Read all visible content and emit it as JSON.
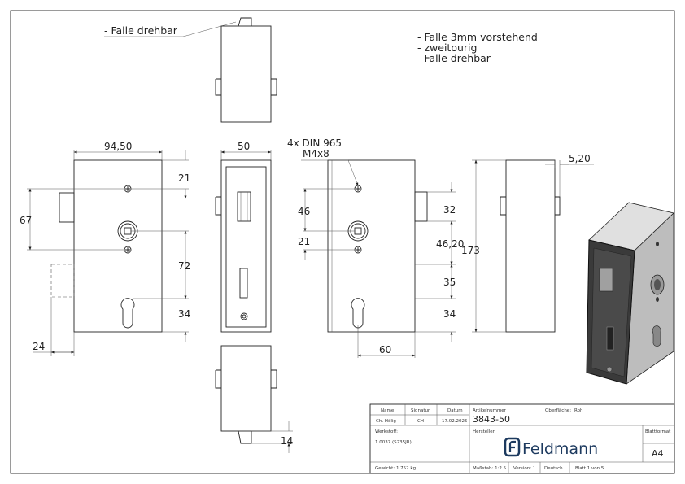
{
  "notes": {
    "top_left": "- Falle drehbar",
    "list": [
      "- Falle 3mm vorstehend",
      "- zweitourig",
      "- Falle drehbar"
    ],
    "screw_callout_1": "4x DIN 965",
    "screw_callout_2": "M4x8"
  },
  "dimensions": {
    "view1": {
      "width": "94,50",
      "top": "21",
      "screw_spacing": "67",
      "spindle_to_key": "72",
      "key_to_bottom": "34",
      "offset": "24"
    },
    "view2": {
      "width": "50"
    },
    "view_bottom": {
      "latch": "14"
    },
    "view3": {
      "screw_top": "46",
      "screw_bottom": "21",
      "latch": "32",
      "gap1": "46,20",
      "gap2": "35",
      "bottom": "34",
      "backset": "60"
    },
    "view4": {
      "height": "173",
      "projection": "5,20"
    }
  },
  "title_block": {
    "name_label": "Name",
    "signature_label": "Signatur",
    "date_label": "Datum",
    "name": "Ch. Hölig",
    "signature": "CH",
    "date": "17.02.2025",
    "article_label": "Artikelnummer",
    "article_number": "3843-50",
    "surface_label": "Oberfläche:",
    "surface": "Roh",
    "material_label": "Werkstoff:",
    "material": "1.0037 (S235JR)",
    "manufacturer_label": "Hersteller",
    "brand": "Feldmann",
    "sheet_format_label": "Blattformat",
    "sheet_format": "A4",
    "weight": "Gewicht: 1.752 kg",
    "scale": "Maßstab: 1:2.5",
    "version": "Version: 1",
    "language": "Deutsch",
    "sheet": "Blatt 1 von 5"
  },
  "colors": {
    "line": "#222222",
    "brand": "#1d3a5f",
    "iso_dark": "#3a3a3a",
    "iso_light": "#d8d8d8"
  }
}
